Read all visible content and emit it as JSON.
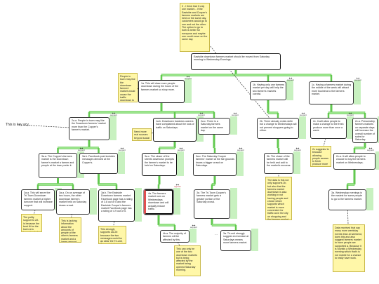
{
  "nodes": {
    "root": "Eastside downtown farmers market should be moved from Saturday morning to Wednesday Evenings.",
    "n1a": "1a. This will draw more people downtown during the hours of the farmers market so shop more.",
    "n1b": "1b. Having only one farmers market per day will help the two farmer's markets coexist.",
    "n1c": "1c. Having a farmers market during the middle of the week will attract more business to the farmers market.",
    "n2a": "2a.a. People in town may like the Downtown farmers' market more than the Copper's farmer's market.",
    "n2b": "1a.b. Downtown business owners have complained about the loss of traffic on Saturdays.",
    "n2c": "2a.c. There is a Saturday farmers market on the same day.",
    "n2d": "2b. There already exists strife but a change to Wednesdays will not prevent shoppers going to either.",
    "n2e": "2c. It will allow people to make a change to the fresh produce more than once a week.",
    "n2f": "2c.a. Presumably, farmers markets on separate days will increase the overall number of sales for Saturday.",
    "n3a": "3a.a. The Copper's farmers market is the Downtown farmer's market a farmer and people at the town prefer it.",
    "n3b": "3a.b. Facebook post includes messages directed at the Copper's.",
    "n3c": "3a.c. The closer of the streets downtown prompts the farmer's market to be held on Saturdays.",
    "n3d": "3a.c. The Saturday Cooper farmers' market at the fair grounds draws a bigger crowd on Saturdays.",
    "n3e": "3b. The closer of the farmers market will be held and add to the market's success.",
    "n3f": "2c.a. It will allow people to choose to buy the farmers market on Wednesdays.",
    "n4a": "3a.a. This will serve the Tri-Town Downtown farmers market a higher turnover that will increase support.",
    "n4b": "3a.a. On an average of two hours, the other downtown farmers market held on Saturday draws crowd.",
    "n4c": "3a.b. The Eastside Downtown farmers market Facebook page has a rating of 3.8 out of 5 and the Eastside Cooper's farmers market Facebook page has a rating of 4.9 out of 5.",
    "n4d": "4a. The farmers market runs on Wednesdays downtown and will actually reduce traffic.",
    "n4e": "3a. The Tri-Town Cooper's farmers market gets a greater portion of the Saturday crowd.",
    "n4f": "3a. Wednesday evenings is the easiest for some people to go to the farmers market.",
    "n5a": "4b.a. The majority of farmers will be affected by this.",
    "n5b": "3a. Tri-unit strongly suggest an increase at Saturdays means more farmers market.",
    "dash": "- -"
  },
  "notes": {
    "top": "3 - I think that if only one market... if the Eastside and Cooper's farmers markets are held on the same day, customers would go to one and not the other. The option to go to both is better for everyone and maybe one could move on the same day.",
    "left": "People in town may like the downtown farmers' market would cause the traffic downtown to drop during the hours of operation.",
    "need": "Need more real sources beyond social media.",
    "cannot": "The data is this not only supports 2b, but also that the farmers market downtown is also working in not having people and choice which supports which market is more convenient for traffic as in the city on shopping and the farmers market at downtown is perceived preference.",
    "suggest": "2c suggests 1c because allowing people access to fresh produce more than once in a week can help the farmers market stay in business.",
    "polity": "The polity support to 2A is because the best fit for the town at a lower level of farmers market out there.",
    "lacking": "This is lacking information about the amounts of people at the other's farmers market and a larger amount of time to gets more funds to generalization.",
    "strongly": "This strongly supports 2A-2b because the two messages could be as clear the Tri-unit, Cooper's is farmers market as a page.",
    "support": "This can only be one of the two downtown markets but is being affected by the market being opened Saturday morning.",
    "right": "Data received that say many more weekday events than at weekend, does this and also suggest farmers market to have people are supported a. Because it is tourists a Wednesday evening which that's is not mobile for a chance to really have work."
  },
  "labels": {
    "key": "This is key acy..."
  },
  "tags": {
    "score": "++",
    "support": "support",
    "oppose": "oppose"
  },
  "colors": {
    "support_link": "#62c94f",
    "support_fill": "#9be58c",
    "note": "#fff7a8",
    "oppose_mark": "#e05050"
  }
}
